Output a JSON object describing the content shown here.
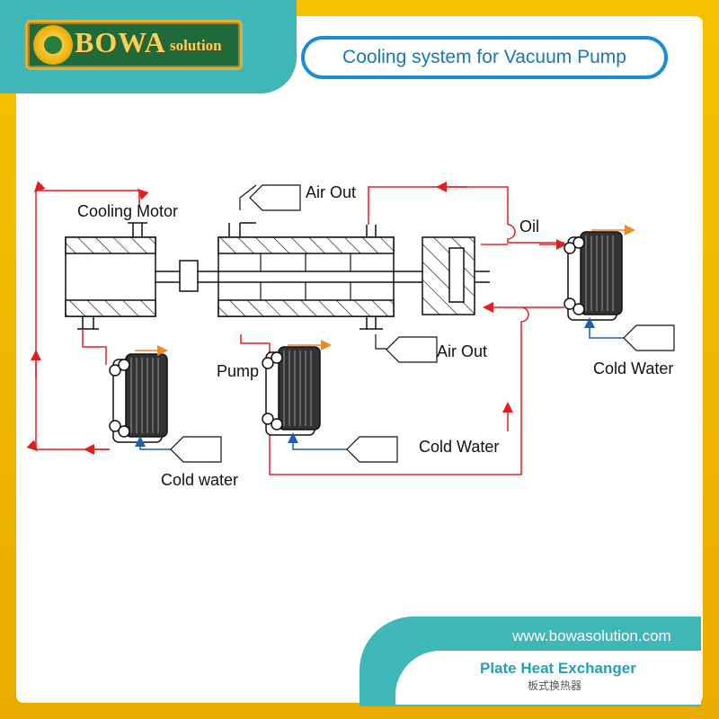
{
  "brand": {
    "name": "BOWA",
    "suffix": "solution"
  },
  "title": "Cooling system for Vacuum Pump",
  "labels": {
    "cooling_motor": "Cooling Motor",
    "air_out_top": "Air Out",
    "air_out_bottom": "Air Out",
    "oil": "Oil",
    "pump": "Pump",
    "cold_water_right": "Cold Water",
    "cold_water_middle": "Cold Water",
    "cold_water_left": "Cold water"
  },
  "footer": {
    "url": "www.bowasolution.com",
    "product": "Plate Heat Exchanger",
    "product_cn": "板式换热器"
  },
  "colors": {
    "frame": "#f0b400",
    "accent": "#3fb6b8",
    "title_border": "#1a8fd0",
    "hot_line": "#e02020",
    "cold_line": "#1f5fa8",
    "outlet_arrow": "#f08a20"
  }
}
